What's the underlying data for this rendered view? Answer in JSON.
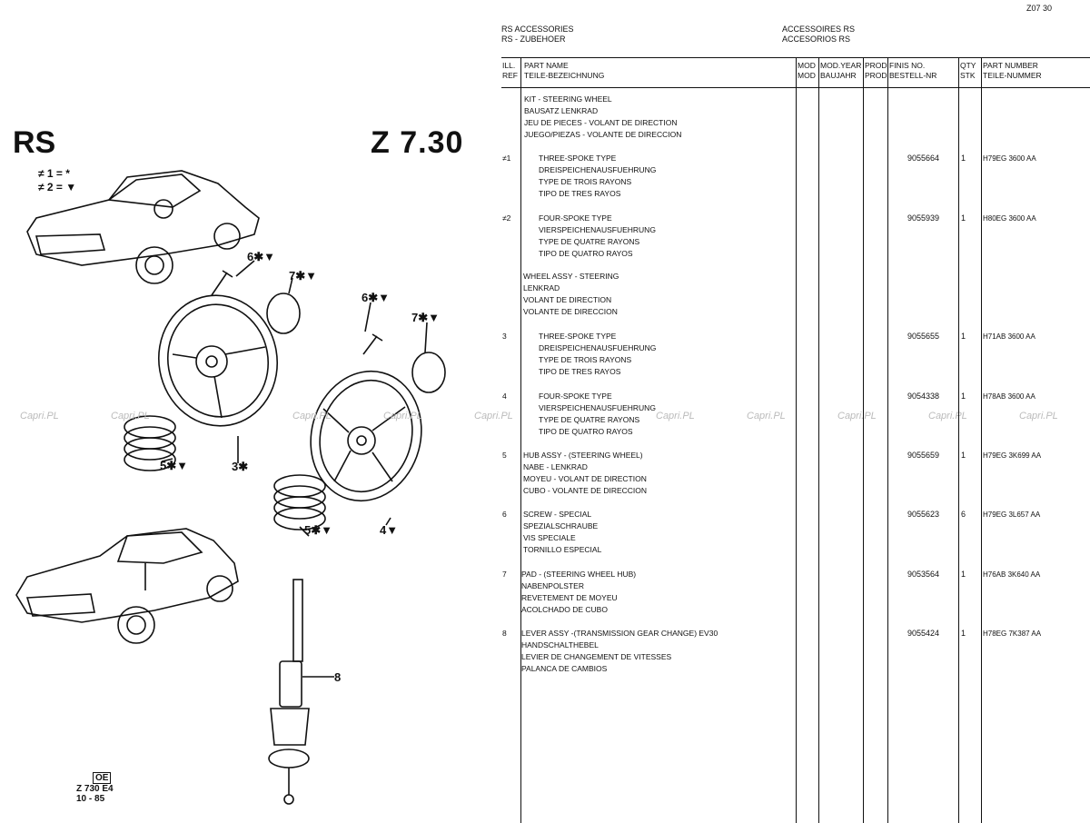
{
  "page_code": "Z07 30",
  "header": {
    "left": [
      "RS ACCESSORIES",
      "RS - ZUBEHOER"
    ],
    "right": [
      "ACCESSOIRES RS",
      "ACCESORIOS RS"
    ]
  },
  "section": {
    "model": "RS",
    "code": "Z 7.30",
    "legend_1": "≠ 1 = *",
    "legend_2": "≠ 2 = ▼"
  },
  "footer": {
    "box": "OE",
    "ref": "Z 730 E4",
    "date": "10 - 85"
  },
  "watermark": "Capri.PL",
  "callouts": {
    "c6a": "6✱▼",
    "c7a": "7✱▼",
    "c6b": "6✱▼",
    "c7b": "7✱▼",
    "c5a": "5✱▼",
    "c3": "3✱",
    "c5b": "5✱▼",
    "c4": "4▼",
    "c8": "8"
  },
  "columns": {
    "ref": [
      "ILL.",
      "REF"
    ],
    "part_name": [
      "PART NAME",
      "TEILE-BEZEICHNUNG"
    ],
    "mod": [
      "MOD",
      "MOD"
    ],
    "mod_year": [
      "MOD.YEAR",
      "BAUJAHR"
    ],
    "prod": [
      "PROD",
      "PROD"
    ],
    "finis": [
      "FINIS NO.",
      "BESTELL-NR"
    ],
    "qty": [
      "QTY",
      "STK"
    ],
    "part_number": [
      "PART NUMBER",
      "TEILE-NUMMER"
    ]
  },
  "entries": [
    {
      "ref": "",
      "lines": [
        "KIT - STEERING WHEEL",
        "BAUSATZ LENKRAD",
        "JEU DE PIECES - VOLANT DE DIRECTION",
        "JUEGO/PIEZAS - VOLANTE DE DIRECCION"
      ],
      "finis": "",
      "qty": "",
      "pn": ""
    },
    {
      "ref": "≠1",
      "lines": [
        "THREE-SPOKE TYPE",
        "DREISPEICHENAUSFUEHRUNG",
        "TYPE DE TROIS RAYONS",
        "TIPO DE TRES RAYOS"
      ],
      "finis": "9055664",
      "qty": "1",
      "pn": "H79EG 3600 AA"
    },
    {
      "ref": "≠2",
      "lines": [
        "FOUR-SPOKE TYPE",
        "VIERSPEICHENAUSFUEHRUNG",
        "TYPE DE QUATRE RAYONS",
        "TIPO DE QUATRO RAYOS"
      ],
      "finis": "9055939",
      "qty": "1",
      "pn": "H80EG 3600 AA"
    },
    {
      "ref": "",
      "lines": [
        "WHEEL ASSY - STEERING",
        "LENKRAD",
        "VOLANT DE DIRECTION",
        "VOLANTE DE DIRECCION"
      ],
      "finis": "",
      "qty": "",
      "pn": ""
    },
    {
      "ref": "3",
      "lines": [
        "THREE-SPOKE TYPE",
        "DREISPEICHENAUSFUEHRUNG",
        "TYPE DE TROIS RAYONS",
        "TIPO DE TRES RAYOS"
      ],
      "finis": "9055655",
      "qty": "1",
      "pn": "H71AB 3600 AA"
    },
    {
      "ref": "4",
      "lines": [
        "FOUR-SPOKE TYPE",
        "VIERSPEICHENAUSFUEHRUNG",
        "TYPE DE QUATRE RAYONS",
        "TIPO DE QUATRO RAYOS"
      ],
      "finis": "9054338",
      "qty": "1",
      "pn": "H78AB 3600 AA"
    },
    {
      "ref": "5",
      "lines": [
        "HUB ASSY - (STEERING WHEEL)",
        "NABE - LENKRAD",
        "MOYEU - VOLANT DE DIRECTION",
        "CUBO - VOLANTE DE DIRECCION"
      ],
      "finis": "9055659",
      "qty": "1",
      "pn": "H79EG 3K699 AA"
    },
    {
      "ref": "6",
      "lines": [
        "SCREW - SPECIAL",
        "SPEZIALSCHRAUBE",
        "VIS SPECIALE",
        "TORNILLO ESPECIAL"
      ],
      "finis": "9055623",
      "qty": "6",
      "pn": "H79EG 3L657 AA"
    },
    {
      "ref": "7",
      "lines": [
        "PAD - (STEERING WHEEL HUB)",
        "NABENPOLSTER",
        "REVETEMENT DE MOYEU",
        "ACOLCHADO DE CUBO"
      ],
      "finis": "9053564",
      "qty": "1",
      "pn": "H76AB 3K640 AA"
    },
    {
      "ref": "8",
      "lines": [
        "LEVER ASSY -(TRANSMISSION GEAR CHANGE) EV30",
        "HANDSCHALTHEBEL",
        "LEVIER DE CHANGEMENT DE VITESSES",
        "PALANCA DE CAMBIOS"
      ],
      "finis": "9055424",
      "qty": "1",
      "pn": "H78EG 7K387 AA"
    }
  ]
}
